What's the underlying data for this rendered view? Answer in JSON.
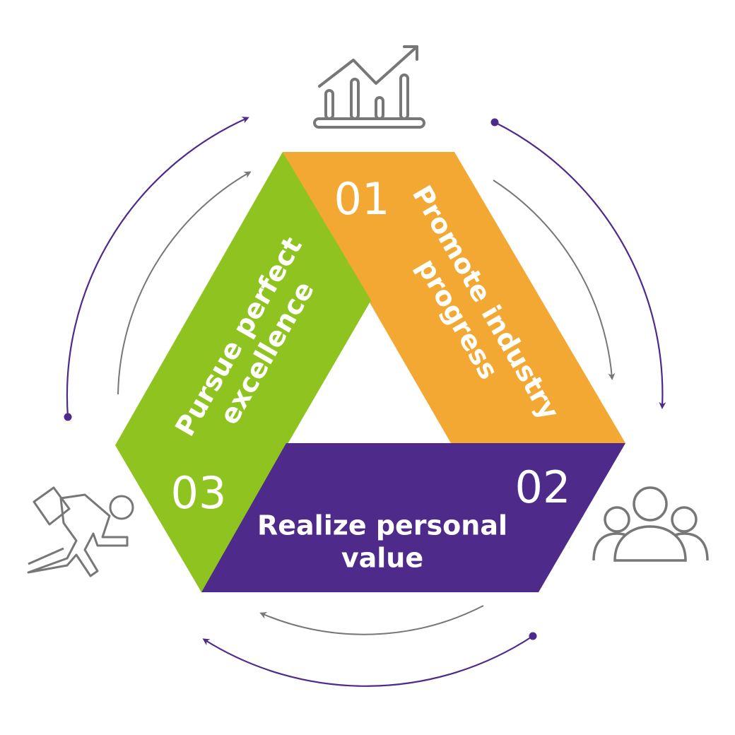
{
  "colors": {
    "orange": "#F2A833",
    "green": "#8FC31F",
    "purple": "#4E2A8A",
    "gray": "#777777",
    "arc": "#4E2A8A"
  },
  "segments": [
    {
      "number": "01",
      "label_line1": "Promote industry",
      "label_line2": "progress",
      "icon": "growth-chart-icon"
    },
    {
      "number": "02",
      "label_line1": "Realize personal",
      "label_line2": "value",
      "icon": "team-people-icon"
    },
    {
      "number": "03",
      "label_line1": "Pursue perfect",
      "label_line2": "excellence",
      "icon": "running-businessman-icon"
    }
  ]
}
